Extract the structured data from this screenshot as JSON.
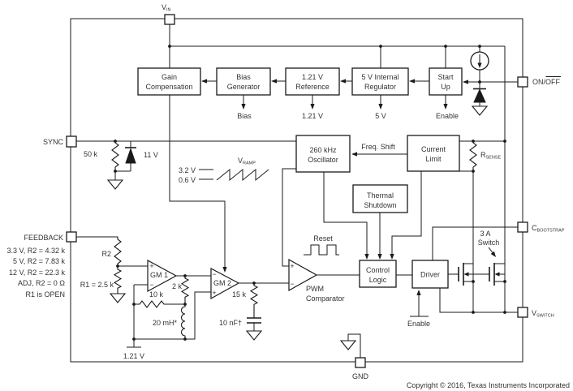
{
  "colors": {
    "background": "#ffffff",
    "line": "#1a1a1a",
    "text": "#333333"
  },
  "pins": {
    "vin": {
      "main": "V",
      "sub": "IN"
    },
    "on_off": {
      "prefix": "ON/",
      "overlined": "OFF"
    },
    "sync": "SYNC",
    "feedback": "FEEDBACK",
    "cbootstrap": {
      "main": "C",
      "sub": "BOOTSTRAP"
    },
    "vswitch": {
      "main": "V",
      "sub": "SWITCH"
    },
    "gnd": "GND"
  },
  "blocks": {
    "gain_compensation": {
      "line1": "Gain",
      "line2": "Compensation"
    },
    "bias_generator": {
      "line1": "Bias",
      "line2": "Generator"
    },
    "reference": {
      "line1": "1.21 V",
      "line2": "Reference"
    },
    "internal_regulator": {
      "line1": "5 V Internal",
      "line2": "Regulator"
    },
    "start_up": {
      "line1": "Start",
      "line2": "Up"
    },
    "oscillator": {
      "line1": "260 kHz",
      "line2": "Oscillator"
    },
    "current_limit": {
      "line1": "Current",
      "line2": "Limit"
    },
    "thermal_shutdown": {
      "line1": "Thermal",
      "line2": "Shutdown"
    },
    "control_logic": {
      "line1": "Control",
      "line2": "Logic"
    },
    "driver": "Driver"
  },
  "signals": {
    "bias": "Bias",
    "ref_out": "1.21 V",
    "reg_out": "5 V",
    "startup_out": "Enable",
    "freq_shift": "Freq. Shift",
    "reset": "Reset",
    "enable_driver": "Enable"
  },
  "components": {
    "r_sync": "50 k",
    "zener_sync": "11 V",
    "vramp": {
      "main": "V",
      "sub": "RAMP"
    },
    "vramp_high": "3.2 V",
    "vramp_low": "0.6 V",
    "rsense": {
      "main": "R",
      "sub": "SENSE"
    },
    "r2": "R2",
    "r1": "R1 = 2.5 k",
    "r_10k": "10 k",
    "r_2k": "2 k",
    "inductor": "20 mH*",
    "r_15k": "15 k",
    "cap": "10 nF†",
    "vref": "1.21 V",
    "gm1": "GM 1",
    "gm2": "GM 2",
    "pwm_line1": "PWM",
    "pwm_line2": "Comparator",
    "switch_line1": "3 A",
    "switch_line2": "Switch"
  },
  "symbols": {
    "plus": "+",
    "minus": "−"
  },
  "feedback_notes": [
    "3.3 V, R2 = 4.32 k",
    "5 V, R2 = 7.83 k",
    "12 V, R2 = 22.3 k",
    "ADJ, R2 = 0 Ω",
    "R1 is OPEN"
  ],
  "footer": "Copyright © 2016, Texas Instruments Incorporated"
}
